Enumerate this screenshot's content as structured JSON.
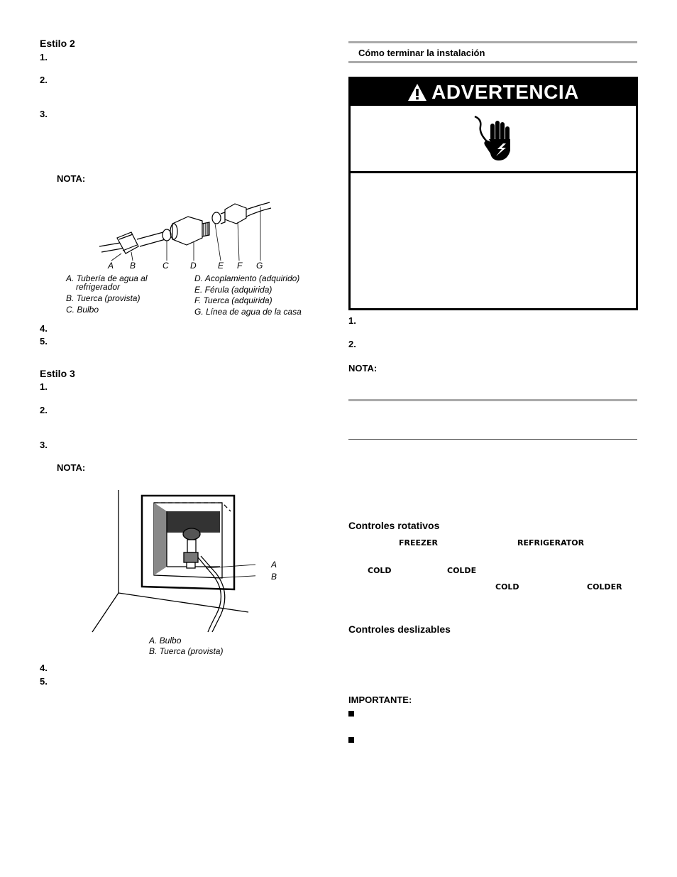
{
  "left": {
    "estilo2": {
      "heading": "Estilo 2",
      "steps": [
        "1.",
        "2.",
        "3."
      ],
      "nota": "NOTA:",
      "diagram_letters": [
        "A",
        "B",
        "C",
        "D",
        "E",
        "F",
        "G"
      ],
      "captions_left": [
        "A. Tubería de agua al",
        "refrigerador",
        "B. Tuerca (provista)",
        "C. Bulbo"
      ],
      "captions_right": [
        "D. Acoplamiento (adquirido)",
        "E. Férula (adquirida)",
        "F. Tuerca (adquirida)",
        "G. Línea de agua de la casa"
      ],
      "steps_after": [
        "4.",
        "5."
      ]
    },
    "estilo3": {
      "heading": "Estilo 3",
      "steps": [
        "1.",
        "2.",
        "3."
      ],
      "nota": "NOTA:",
      "diagram_letters": [
        "A",
        "B"
      ],
      "captions": [
        "A. Bulbo",
        "B. Tuerca (provista)"
      ],
      "steps_after": [
        "4.",
        "5."
      ]
    }
  },
  "right": {
    "section_title": "Cómo terminar la instalación",
    "warning": {
      "title": "ADVERTENCIA",
      "icon": "electrical-shock-hand-icon"
    },
    "steps": [
      "1.",
      "2."
    ],
    "nota": "NOTA:",
    "controles_rotativos": {
      "heading": "Controles rotativos",
      "labels": [
        "FREEZER",
        "REFRIGERATOR",
        "COLD",
        "COLDE",
        "COLD",
        "COLDER"
      ]
    },
    "controles_deslizables": {
      "heading": "Controles deslizables"
    },
    "importante": "IMPORTANTE:"
  }
}
